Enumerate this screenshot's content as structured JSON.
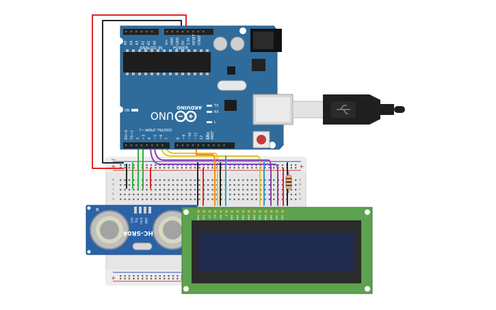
{
  "arduino": {
    "brand": "ARDUINO",
    "model": "UNO",
    "analog_in": "ANALOG IN",
    "power": "POWER",
    "digital": "DIGITAL (PWM ~)",
    "on": "ON",
    "tx": "TX",
    "rx": "RX",
    "l": "L",
    "aref": "AREF",
    "gnd": "GND",
    "analog_pins": [
      "A5",
      "A4",
      "A3",
      "A2",
      "A1",
      "A0"
    ],
    "power_pins": [
      "Vin",
      "GND",
      "GND",
      "5V",
      "3.3V",
      "RESET",
      "IOREF"
    ],
    "digital_pins_low": [
      "RX←0",
      "TX→1",
      "2",
      "~3",
      "4",
      "~5",
      "~6",
      "7"
    ],
    "digital_pins_high": [
      "8",
      "~9",
      "~10",
      "~11",
      "12",
      "13"
    ]
  },
  "sensor": {
    "label": "HC-SR04",
    "corner": "R",
    "pins": [
      "VCC",
      "Trig",
      "Echo",
      "GND"
    ]
  },
  "breadboard": {
    "rows": [
      "a",
      "b",
      "c",
      "d",
      "e",
      "f",
      "g",
      "h",
      "i",
      "j"
    ],
    "plus": "+",
    "minus": "−"
  },
  "lcd": {
    "pins": [
      "GND",
      "VCC",
      "V0",
      "RS",
      "RW",
      "E",
      "DB0",
      "DB1",
      "DB2",
      "DB3",
      "DB4",
      "DB5",
      "DB6",
      "DB7",
      "LED",
      "LED"
    ]
  },
  "colors": {
    "arduino_board": "#2f6c9c",
    "breadboard": "#e6e6e6",
    "lcd_pcb": "#5da24f",
    "lcd_screen": "#1f2a4f",
    "sensor_board": "#2a62a8",
    "usb_cable": "#1f1f1f",
    "wire_red": "#e02424",
    "wire_black": "#222222",
    "wire_green": "#2fb03a",
    "wire_yellow": "#e8c61b",
    "wire_purple": "#8a3ab8",
    "wire_orange": "#f08a18",
    "wire_blue": "#2a9ad6"
  }
}
